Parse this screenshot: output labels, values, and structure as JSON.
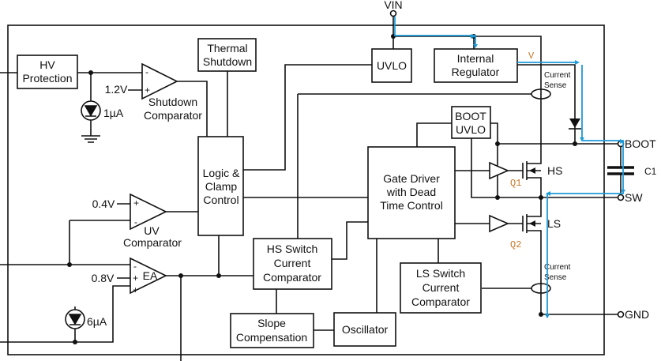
{
  "pins": {
    "vin": "VIN",
    "boot": "BOOT",
    "sw": "SW",
    "gnd": "GND"
  },
  "blocks": {
    "hv_protection": [
      "HV",
      "Protection"
    ],
    "thermal_shutdown": [
      "Thermal",
      "Shutdown"
    ],
    "uvlo": "UVLO",
    "internal_regulator": [
      "Internal",
      "Regulator"
    ],
    "boot_uvlo": [
      "BOOT",
      "UVLO"
    ],
    "logic_clamp": [
      "Logic &",
      "Clamp",
      "Control"
    ],
    "gate_driver": [
      "Gate Driver",
      "with Dead",
      "Time Control"
    ],
    "hs_switch": [
      "HS Switch",
      "Current",
      "Comparator"
    ],
    "ls_switch": [
      "LS Switch",
      "Current",
      "Comparator"
    ],
    "slope_comp": [
      "Slope",
      "Compensation"
    ],
    "oscillator": "Oscillator"
  },
  "comparators": {
    "shutdown": [
      "Shutdown",
      "Comparator"
    ],
    "uv": [
      "UV",
      "Comparator"
    ],
    "ea": "EA"
  },
  "labels": {
    "v12": "1.2V",
    "v04": "0.4V",
    "v08": "0.8V",
    "i1": "1µA",
    "i6": "6µA",
    "current_sense": [
      "Current",
      "Sense"
    ],
    "hs": "HS",
    "ls": "LS",
    "c1": "C1",
    "q1": "Q1",
    "q2": "Q2",
    "v": "V",
    "minus": "-",
    "plus": "+"
  },
  "colors": {
    "current_path": "#1e9bd7",
    "annotation": "#c8782a"
  }
}
